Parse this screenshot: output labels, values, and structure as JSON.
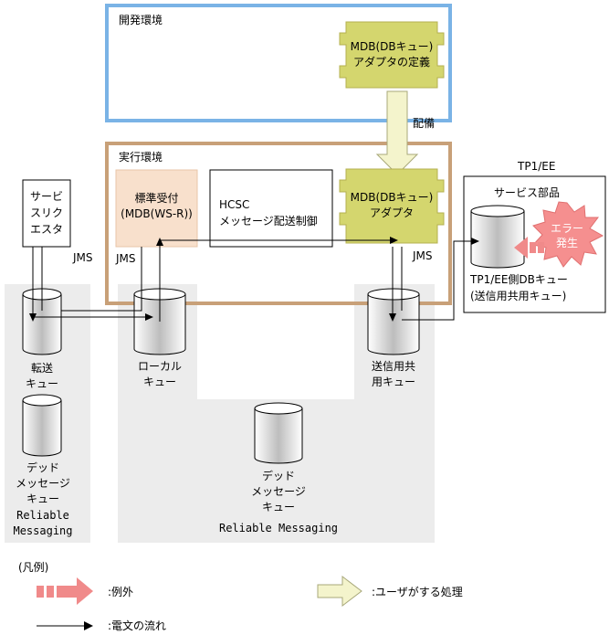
{
  "environments": {
    "dev": "開発環境",
    "exec": "実行環境"
  },
  "adapter_definition": {
    "line1": "MDB(DBキュー)",
    "line2": "アダプタの定義"
  },
  "deploy": "配備",
  "adapter": {
    "line1": "MDB(DBキュー)",
    "line2": "アダプタ"
  },
  "std_receiver": {
    "line1": "標準受付",
    "line2": "(MDB(WS-R))"
  },
  "hcsc": {
    "line1": "HCSC",
    "line2": "メッセージ配送制御"
  },
  "service_requester": {
    "lines": [
      "サービ",
      "スリク",
      "エスタ"
    ]
  },
  "jms_left": "JMS",
  "jms_mid": "JMS",
  "jms_right": "JMS",
  "tp1": {
    "title": "TP1/EE",
    "service_part": "サービス部品",
    "error": {
      "line1": "エラー",
      "line2": "発生"
    },
    "queue": {
      "line1": "TP1/EE側DBキュー",
      "line2": "(送信用共用キュー)"
    }
  },
  "queues": {
    "transfer": {
      "line1": "転送",
      "line2": "キュー"
    },
    "local": {
      "line1": "ローカル",
      "line2": "キュー"
    },
    "send_shared": {
      "line1": "送信用共",
      "line2": "用キュー"
    },
    "dead_left": {
      "line1": "デッド",
      "line2": "メッセージ",
      "line3": "キュー"
    },
    "dead_center": {
      "line1": "デッド",
      "line2": "メッセージ",
      "line3": "キュー"
    }
  },
  "reliable_left": {
    "line1": "Reliable",
    "line2": "Messaging"
  },
  "reliable_center": "Reliable Messaging",
  "legend": {
    "title": "(凡例)",
    "exception": ":例外",
    "user_process": ":ユーザがする処理",
    "message_flow": ":電文の流れ"
  },
  "colors": {
    "dev_border": "#7ab3e6",
    "exec_border": "#c8a078",
    "adapter_fill": "#d4d66e",
    "std_fill": "#f8e0cc",
    "rm_fill": "#ececec",
    "user_arrow": "#f4f4cc",
    "error_arrow": "#f08a8a",
    "error_star": "#f58f8f"
  }
}
